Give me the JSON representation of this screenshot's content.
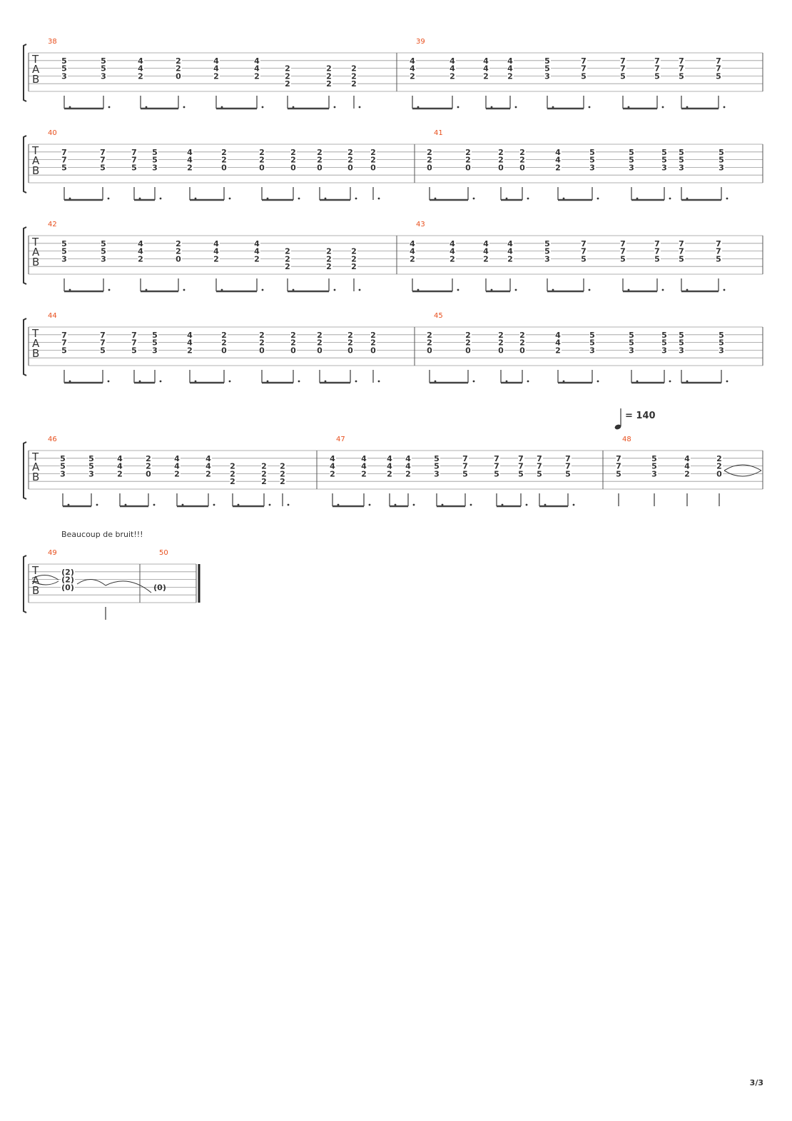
{
  "page_number": "3/3",
  "tempo": {
    "value": "= 140"
  },
  "annotation": "Beaucoup de bruit!!!",
  "tab_letters": [
    "T",
    "A",
    "B"
  ],
  "measures": [
    {
      "number": "38",
      "chords": [
        [
          "5",
          "5",
          "3"
        ],
        [
          "5",
          "5",
          "3"
        ],
        [
          "4",
          "4",
          "2"
        ],
        [
          "2",
          "2",
          "0"
        ],
        [
          "4",
          "4",
          "2"
        ],
        [
          "4",
          "4",
          "2"
        ],
        [
          "2",
          "2",
          "2"
        ],
        [
          "2",
          "2",
          "2"
        ],
        [
          "2",
          "2",
          "2"
        ]
      ]
    },
    {
      "number": "39",
      "chords": [
        [
          "4",
          "4",
          "2"
        ],
        [
          "4",
          "4",
          "2"
        ],
        [
          "4",
          "4",
          "2"
        ],
        [
          "4",
          "4",
          "2"
        ],
        [
          "5",
          "5",
          "3"
        ],
        [
          "7",
          "7",
          "5"
        ],
        [
          "7",
          "7",
          "5"
        ],
        [
          "7",
          "7",
          "5"
        ],
        [
          "7",
          "7",
          "5"
        ],
        [
          "7",
          "7",
          "5"
        ]
      ]
    },
    {
      "number": "40",
      "chords": [
        [
          "7",
          "7",
          "5"
        ],
        [
          "7",
          "7",
          "5"
        ],
        [
          "7",
          "7",
          "5"
        ],
        [
          "5",
          "5",
          "3"
        ],
        [
          "4",
          "4",
          "2"
        ],
        [
          "2",
          "2",
          "0"
        ],
        [
          "2",
          "2",
          "0"
        ],
        [
          "2",
          "2",
          "0"
        ],
        [
          "2",
          "2",
          "0"
        ],
        [
          "2",
          "2",
          "0"
        ],
        [
          "2",
          "2",
          "0"
        ]
      ]
    },
    {
      "number": "41",
      "chords": [
        [
          "2",
          "2",
          "0"
        ],
        [
          "2",
          "2",
          "0"
        ],
        [
          "2",
          "2",
          "0"
        ],
        [
          "2",
          "2",
          "0"
        ],
        [
          "4",
          "4",
          "2"
        ],
        [
          "5",
          "5",
          "3"
        ],
        [
          "5",
          "5",
          "3"
        ],
        [
          "5",
          "5",
          "3"
        ],
        [
          "5",
          "5",
          "3"
        ],
        [
          "5",
          "5",
          "3"
        ]
      ]
    },
    {
      "number": "42",
      "chords": [
        [
          "5",
          "5",
          "3"
        ],
        [
          "5",
          "5",
          "3"
        ],
        [
          "4",
          "4",
          "2"
        ],
        [
          "2",
          "2",
          "0"
        ],
        [
          "4",
          "4",
          "2"
        ],
        [
          "4",
          "4",
          "2"
        ],
        [
          "2",
          "2",
          "2"
        ],
        [
          "2",
          "2",
          "2"
        ],
        [
          "2",
          "2",
          "2"
        ]
      ]
    },
    {
      "number": "43",
      "chords": [
        [
          "4",
          "4",
          "2"
        ],
        [
          "4",
          "4",
          "2"
        ],
        [
          "4",
          "4",
          "2"
        ],
        [
          "4",
          "4",
          "2"
        ],
        [
          "5",
          "5",
          "3"
        ],
        [
          "7",
          "7",
          "5"
        ],
        [
          "7",
          "7",
          "5"
        ],
        [
          "7",
          "7",
          "5"
        ],
        [
          "7",
          "7",
          "5"
        ],
        [
          "7",
          "7",
          "5"
        ]
      ]
    },
    {
      "number": "44",
      "chords": [
        [
          "7",
          "7",
          "5"
        ],
        [
          "7",
          "7",
          "5"
        ],
        [
          "7",
          "7",
          "5"
        ],
        [
          "5",
          "5",
          "3"
        ],
        [
          "4",
          "4",
          "2"
        ],
        [
          "2",
          "2",
          "0"
        ],
        [
          "2",
          "2",
          "0"
        ],
        [
          "2",
          "2",
          "0"
        ],
        [
          "2",
          "2",
          "0"
        ],
        [
          "2",
          "2",
          "0"
        ],
        [
          "2",
          "2",
          "0"
        ]
      ]
    },
    {
      "number": "45",
      "chords": [
        [
          "2",
          "2",
          "0"
        ],
        [
          "2",
          "2",
          "0"
        ],
        [
          "2",
          "2",
          "0"
        ],
        [
          "2",
          "2",
          "0"
        ],
        [
          "4",
          "4",
          "2"
        ],
        [
          "5",
          "5",
          "3"
        ],
        [
          "5",
          "5",
          "3"
        ],
        [
          "5",
          "5",
          "3"
        ],
        [
          "5",
          "5",
          "3"
        ],
        [
          "5",
          "5",
          "3"
        ]
      ]
    },
    {
      "number": "46",
      "chords": [
        [
          "5",
          "5",
          "3"
        ],
        [
          "5",
          "5",
          "3"
        ],
        [
          "4",
          "4",
          "2"
        ],
        [
          "2",
          "2",
          "0"
        ],
        [
          "4",
          "4",
          "2"
        ],
        [
          "4",
          "4",
          "2"
        ],
        [
          "2",
          "2",
          "2"
        ],
        [
          "2",
          "2",
          "2"
        ],
        [
          "2",
          "2",
          "2"
        ]
      ]
    },
    {
      "number": "47",
      "chords": [
        [
          "4",
          "4",
          "2"
        ],
        [
          "4",
          "4",
          "2"
        ],
        [
          "4",
          "4",
          "2"
        ],
        [
          "4",
          "4",
          "2"
        ],
        [
          "5",
          "5",
          "3"
        ],
        [
          "7",
          "7",
          "5"
        ],
        [
          "7",
          "7",
          "5"
        ],
        [
          "7",
          "7",
          "5"
        ],
        [
          "7",
          "7",
          "5"
        ],
        [
          "7",
          "7",
          "5"
        ]
      ]
    },
    {
      "number": "48",
      "chords": [
        [
          "7",
          "7",
          "5"
        ],
        [
          "5",
          "5",
          "3"
        ],
        [
          "4",
          "4",
          "2"
        ],
        [
          "2",
          "2",
          "0"
        ]
      ]
    },
    {
      "number": "49",
      "chords": [
        [
          "(2)",
          "(2)",
          "(0)"
        ]
      ]
    },
    {
      "number": "50",
      "chords": [
        [
          "(0)"
        ]
      ]
    }
  ]
}
